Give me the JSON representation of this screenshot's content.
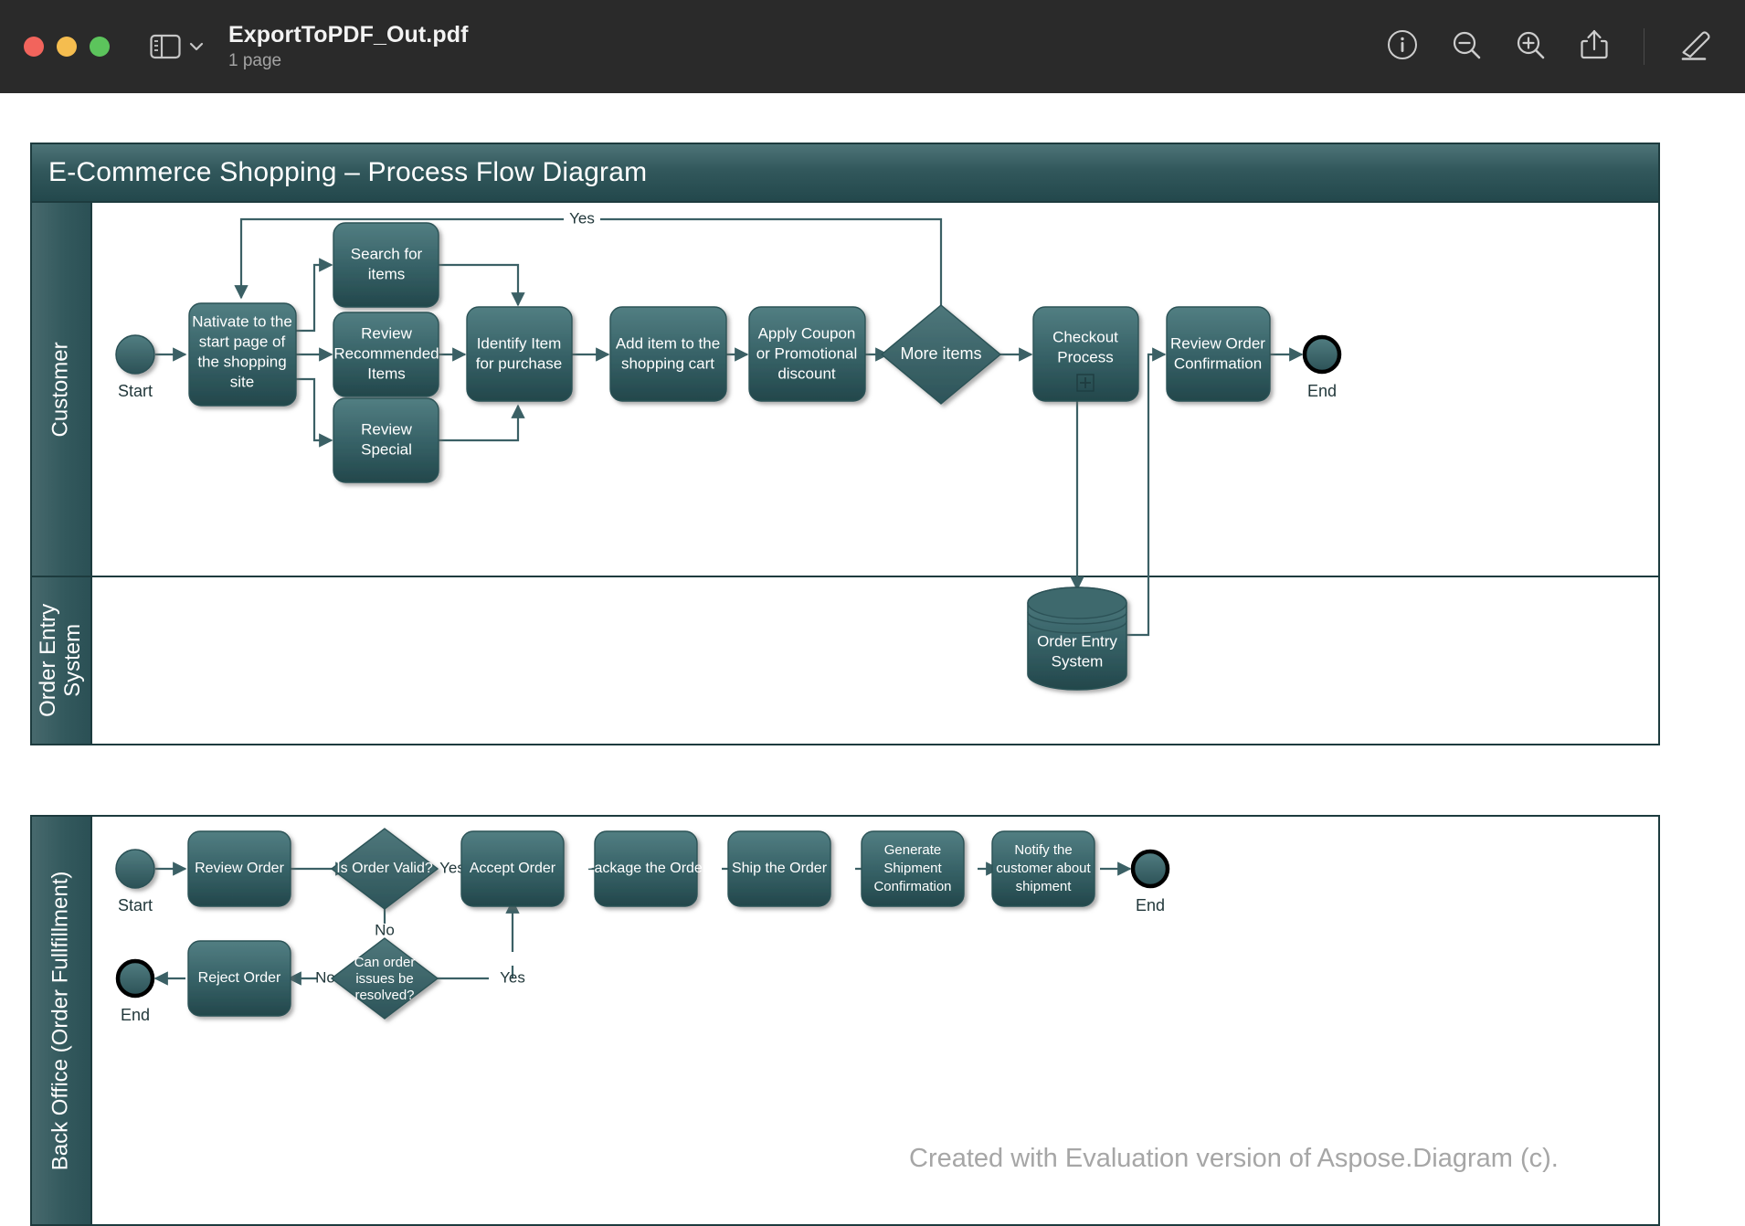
{
  "window": {
    "title": "ExportToPDF_Out.pdf",
    "subtitle": "1 page",
    "traffic_lights": [
      "close",
      "minimize",
      "zoom"
    ],
    "sidebar_toggle_label": "sidebar-toggle",
    "toolbar": [
      {
        "name": "info-icon",
        "label": "Info"
      },
      {
        "name": "zoom-out-icon",
        "label": "Zoom Out"
      },
      {
        "name": "zoom-in-icon",
        "label": "Zoom In"
      },
      {
        "name": "share-icon",
        "label": "Share"
      },
      {
        "name": "markup-icon",
        "label": "Markup"
      }
    ]
  },
  "colors": {
    "titlebar": "#2a2a2a",
    "node_fill_top": "#4b7376",
    "node_fill_bottom": "#23484c",
    "lane_border": "#1d3b3e",
    "connector": "#3b6065",
    "watermark": "#a6a6a6"
  },
  "diagram": {
    "title": "E-Commerce Shopping – Process Flow Diagram",
    "watermark": "Created with Evaluation version of Aspose.Diagram (c).",
    "pools": [
      {
        "id": "pool-1",
        "lanes": [
          {
            "id": "lane-customer",
            "label": "Customer"
          },
          {
            "id": "lane-order-entry",
            "label": "Order Entry\nSystem",
            "label_lines": [
              "Order Entry",
              "System"
            ]
          }
        ]
      },
      {
        "id": "pool-2",
        "lanes": [
          {
            "id": "lane-back-office",
            "label": "Back Office (Order Fullfillment)"
          }
        ]
      }
    ],
    "nodes": [
      {
        "id": "c-start",
        "type": "start-event",
        "label": "Start",
        "lane": "lane-customer"
      },
      {
        "id": "c-navigate",
        "type": "task",
        "label": "Nativate to the start page of the shopping site",
        "lines": [
          "Nativate to the",
          "start page of",
          "the shopping",
          "site"
        ],
        "lane": "lane-customer"
      },
      {
        "id": "c-search",
        "type": "task",
        "label": "Search for items",
        "lines": [
          "Search for",
          "items"
        ],
        "lane": "lane-customer"
      },
      {
        "id": "c-review-rec",
        "type": "task",
        "label": "Review Recommended Items",
        "lines": [
          "Review",
          "Recommended",
          "Items"
        ],
        "lane": "lane-customer"
      },
      {
        "id": "c-review-spec",
        "type": "task",
        "label": "Review Special",
        "lines": [
          "Review",
          "Special"
        ],
        "lane": "lane-customer"
      },
      {
        "id": "c-identify",
        "type": "task",
        "label": "Identify Item for purchase",
        "lines": [
          "Identify Item",
          "for purchase"
        ],
        "lane": "lane-customer"
      },
      {
        "id": "c-add-cart",
        "type": "task",
        "label": "Add item to the shopping cart",
        "lines": [
          "Add item to the",
          "shopping cart"
        ],
        "lane": "lane-customer"
      },
      {
        "id": "c-coupon",
        "type": "task",
        "label": "Apply Coupon or Promotional discount",
        "lines": [
          "Apply Coupon",
          "or Promotional",
          "discount"
        ],
        "lane": "lane-customer"
      },
      {
        "id": "c-more-items",
        "type": "gateway",
        "label": "More items",
        "lines": [
          "More items"
        ],
        "lane": "lane-customer"
      },
      {
        "id": "c-checkout",
        "type": "subprocess",
        "label": "Checkout Process",
        "lines": [
          "Checkout",
          "Process"
        ],
        "marker": "+",
        "lane": "lane-customer"
      },
      {
        "id": "c-review-conf",
        "type": "task",
        "label": "Review Order Confirmation",
        "lines": [
          "Review Order",
          "Confirmation"
        ],
        "lane": "lane-customer"
      },
      {
        "id": "c-end",
        "type": "end-event",
        "label": "End",
        "lane": "lane-customer"
      },
      {
        "id": "o-database",
        "type": "data-store",
        "label": "Order Entry System",
        "lines": [
          "Order Entry",
          "System"
        ],
        "lane": "lane-order-entry"
      },
      {
        "id": "b-start",
        "type": "start-event",
        "label": "Start",
        "lane": "lane-back-office"
      },
      {
        "id": "b-review",
        "type": "task",
        "label": "Review Order",
        "lines": [
          "Review Order"
        ],
        "lane": "lane-back-office"
      },
      {
        "id": "b-valid",
        "type": "gateway",
        "label": "Is Order Valid?",
        "lines": [
          "Is Order Valid?"
        ],
        "lane": "lane-back-office"
      },
      {
        "id": "b-accept",
        "type": "task",
        "label": "Accept Order",
        "lines": [
          "Accept Order"
        ],
        "lane": "lane-back-office"
      },
      {
        "id": "b-package",
        "type": "task",
        "label": "Package the Order",
        "lines": [
          "Package the Order"
        ],
        "lane": "lane-back-office"
      },
      {
        "id": "b-ship",
        "type": "task",
        "label": "Ship the Order",
        "lines": [
          "Ship the Order"
        ],
        "lane": "lane-back-office"
      },
      {
        "id": "b-gen-conf",
        "type": "task",
        "label": "Generate Shipment Confirmation",
        "lines": [
          "Generate",
          "Shipment",
          "Confirmation"
        ],
        "lane": "lane-back-office"
      },
      {
        "id": "b-notify",
        "type": "task",
        "label": "Notify the customer about shipment",
        "lines": [
          "Notify the",
          "customer about",
          "shipment"
        ],
        "lane": "lane-back-office"
      },
      {
        "id": "b-end",
        "type": "end-event",
        "label": "End",
        "lane": "lane-back-office"
      },
      {
        "id": "b-resolve",
        "type": "gateway",
        "label": "Can order issues be resolved?",
        "lines": [
          "Can order",
          "issues be",
          "resolved?"
        ],
        "lane": "lane-back-office"
      },
      {
        "id": "b-reject",
        "type": "task",
        "label": "Reject Order",
        "lines": [
          "Reject Order"
        ],
        "lane": "lane-back-office"
      },
      {
        "id": "b-end-2",
        "type": "end-event",
        "label": "End",
        "lane": "lane-back-office"
      }
    ],
    "edges": [
      {
        "from": "c-start",
        "to": "c-navigate",
        "label": ""
      },
      {
        "from": "c-navigate",
        "to": "c-search",
        "label": ""
      },
      {
        "from": "c-navigate",
        "to": "c-review-rec",
        "label": ""
      },
      {
        "from": "c-navigate",
        "to": "c-review-spec",
        "label": ""
      },
      {
        "from": "c-search",
        "to": "c-identify",
        "label": ""
      },
      {
        "from": "c-review-rec",
        "to": "c-identify",
        "label": ""
      },
      {
        "from": "c-review-spec",
        "to": "c-identify",
        "label": ""
      },
      {
        "from": "c-identify",
        "to": "c-add-cart",
        "label": ""
      },
      {
        "from": "c-add-cart",
        "to": "c-coupon",
        "label": ""
      },
      {
        "from": "c-coupon",
        "to": "c-more-items",
        "label": ""
      },
      {
        "from": "c-more-items",
        "to": "c-navigate",
        "label": "Yes"
      },
      {
        "from": "c-more-items",
        "to": "c-checkout",
        "label": ""
      },
      {
        "from": "c-checkout",
        "to": "o-database",
        "label": ""
      },
      {
        "from": "o-database",
        "to": "c-review-conf",
        "label": ""
      },
      {
        "from": "c-review-conf",
        "to": "c-end",
        "label": ""
      },
      {
        "from": "b-start",
        "to": "b-review",
        "label": ""
      },
      {
        "from": "b-review",
        "to": "b-valid",
        "label": ""
      },
      {
        "from": "b-valid",
        "to": "b-accept",
        "label": "Yes"
      },
      {
        "from": "b-valid",
        "to": "b-resolve",
        "label": "No"
      },
      {
        "from": "b-resolve",
        "to": "b-reject",
        "label": "No"
      },
      {
        "from": "b-resolve",
        "to": "b-accept",
        "label": "Yes"
      },
      {
        "from": "b-reject",
        "to": "b-end-2",
        "label": ""
      },
      {
        "from": "b-accept",
        "to": "b-package",
        "label": ""
      },
      {
        "from": "b-package",
        "to": "b-ship",
        "label": ""
      },
      {
        "from": "b-ship",
        "to": "b-gen-conf",
        "label": ""
      },
      {
        "from": "b-gen-conf",
        "to": "b-notify",
        "label": ""
      },
      {
        "from": "b-notify",
        "to": "b-end",
        "label": ""
      }
    ],
    "edge_labels": {
      "customer_loop_yes": "Yes",
      "valid_yes": "Yes",
      "valid_no": "No",
      "resolve_no": "No",
      "resolve_yes": "Yes"
    },
    "terminators": {
      "start": "Start",
      "end": "End"
    }
  }
}
